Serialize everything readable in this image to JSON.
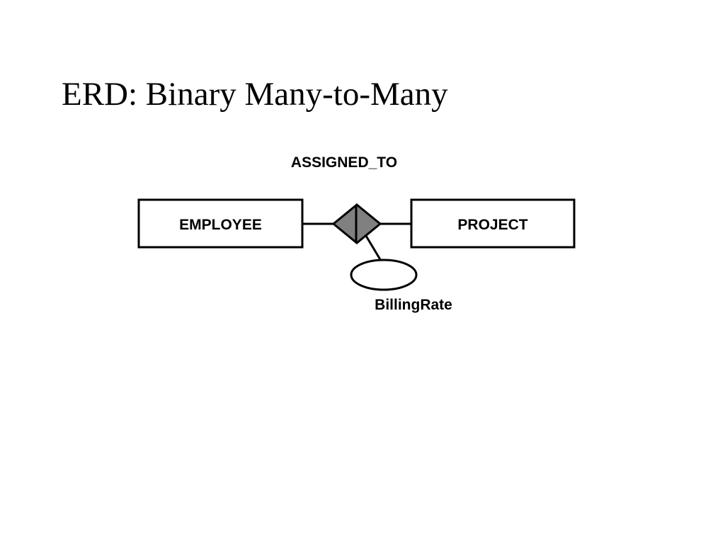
{
  "slide": {
    "title": "ERD: Binary Many-to-Many"
  },
  "diagram": {
    "relationship": {
      "name": "ASSIGNED_TO",
      "fill": "#808080"
    },
    "entities": [
      {
        "name": "EMPLOYEE"
      },
      {
        "name": "PROJECT"
      }
    ],
    "attribute": {
      "name": "BillingRate"
    },
    "colors": {
      "stroke": "#000000",
      "background": "#ffffff"
    }
  }
}
